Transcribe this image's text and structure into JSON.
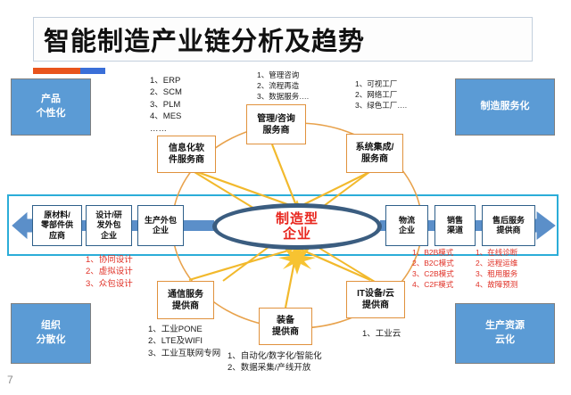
{
  "slide": {
    "title": "智能制造产业链分析及趋势",
    "page_number": "7",
    "accent_orange": "#e8541c",
    "accent_blue": "#3a6fd8",
    "band_color": "#2badd8",
    "provider_border": "#e0913c",
    "center_text_color": "#e8241c",
    "trend_box_color": "#5b9bd5"
  },
  "trends": {
    "product": "产品\n个性化",
    "product_line1": "产品",
    "product_line2": "个性化",
    "service": "制造服务化",
    "org_line1": "组织",
    "org_line2": "分散化",
    "cloud_line1": "生产资源",
    "cloud_line2": "云化"
  },
  "center": {
    "line1": "制造型",
    "line2": "企业"
  },
  "chain": {
    "boxes": [
      {
        "id": "raw-materials",
        "lines": [
          "原材料/",
          "零部件供",
          "应商"
        ]
      },
      {
        "id": "design-rnd-outsourcing",
        "lines": [
          "设计/研",
          "发外包",
          "企业"
        ]
      },
      {
        "id": "production-outsourcing",
        "lines": [
          "生产外包",
          "企业"
        ]
      },
      {
        "id": "logistics",
        "lines": [
          "物流",
          "企业"
        ]
      },
      {
        "id": "sales-channel",
        "lines": [
          "销售",
          "渠道"
        ]
      },
      {
        "id": "after-sales-provider",
        "lines": [
          "售后服务",
          "提供商"
        ]
      }
    ]
  },
  "providers": [
    {
      "id": "it-software-provider",
      "lines": [
        "信息化软",
        "件服务商"
      ]
    },
    {
      "id": "management-consulting-provider",
      "lines": [
        "管理/咨询",
        "服务商"
      ]
    },
    {
      "id": "system-integration-provider",
      "lines": [
        "系统集成/",
        "服务商"
      ]
    },
    {
      "id": "communication-service-provider",
      "lines": [
        "通信服务",
        "提供商"
      ]
    },
    {
      "id": "equipment-provider",
      "lines": [
        "装备",
        "提供商"
      ]
    },
    {
      "id": "it-equipment-cloud-provider",
      "lines": [
        "IT设备/云",
        "提供商"
      ]
    }
  ],
  "notes": {
    "erp": [
      "1、ERP",
      "2、SCM",
      "3、PLM",
      "4、MES",
      "……"
    ],
    "management": [
      "1、管理咨询",
      "2、流程再造",
      "3、数据服务…."
    ],
    "factory": [
      "1、可视工厂",
      "2、网络工厂",
      "3、绿色工厂…."
    ],
    "design": [
      "1、协同设计",
      "2、虚拟设计",
      "3、众包设计"
    ],
    "sales": [
      "1、B2B模式",
      "2、B2C模式",
      "3、C2B模式",
      "4、C2F模式"
    ],
    "after_sales": [
      "1、在线诊断",
      "2、远程运维",
      "3、租用服务",
      "4、故障预测"
    ],
    "communication": [
      "1、工业PONE",
      "2、LTE及WIFI",
      "3、工业互联网专网"
    ],
    "equipment": [
      "1、自动化/数字化/智能化",
      "2、数据采集/产线开放"
    ],
    "it_cloud": [
      "1、工业云"
    ]
  }
}
